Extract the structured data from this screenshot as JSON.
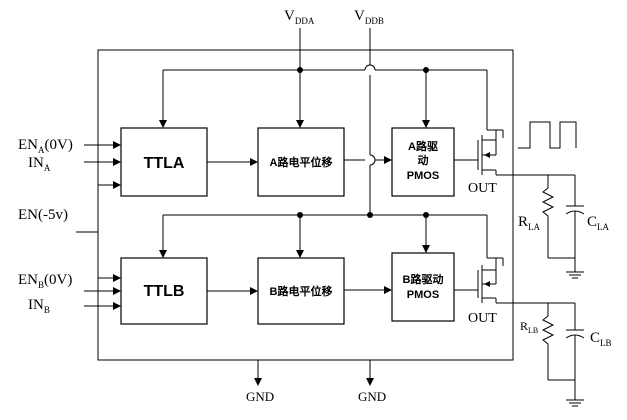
{
  "labels": {
    "vdda_main": "V",
    "vdda_sub": "DDA",
    "vddb_main": "V",
    "vddb_sub": "DDB",
    "ena_main": "EN",
    "ena_sub": "A",
    "ena_tail": "(0V)",
    "ina_main": "IN",
    "ina_sub": "A",
    "en5v": "EN(-5v)",
    "enb_main": "EN",
    "enb_sub": "B",
    "enb_tail": "(0V)",
    "inb_main": "IN",
    "inb_sub": "B",
    "out_a": "OUT",
    "out_b": "OUT",
    "rla_main": "R",
    "rla_sub": "LA",
    "cla_main": "C",
    "cla_sub": "LA",
    "rlb_main": "R",
    "rlb_sub": "LB",
    "clb_main": "C",
    "clb_sub": "LB",
    "gnd_1": "GND",
    "gnd_2": "GND"
  },
  "blocks": {
    "ttla": "TTLA",
    "level_shift_a": "A路电平位移",
    "driver_a_line1": "A路驱",
    "driver_a_line2": "动",
    "driver_a_line3": "PMOS",
    "ttlb": "TTLB",
    "level_shift_b": "B路电平位移",
    "driver_b_line1": "B路驱动",
    "driver_b_line2": "PMOS"
  }
}
